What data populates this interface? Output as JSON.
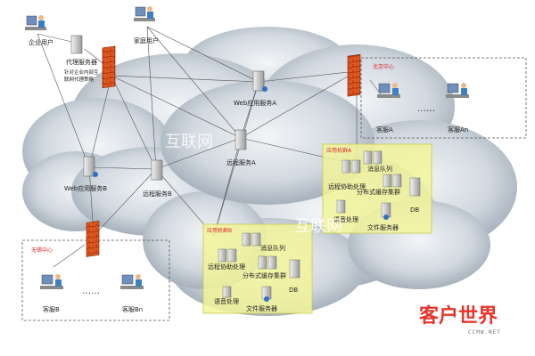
{
  "nodes": {
    "enterprise_user": "企业用户",
    "proxy_server": "代理服务器",
    "proxy_note_line1": "针对企业内部互",
    "proxy_note_line2": "联网代理策略",
    "home_user": "家庭用户",
    "web_server_a": "Web应用服务A",
    "remote_server_a": "远程服务A",
    "web_server_b": "Web应用服务B",
    "remote_server_b": "远程服务B",
    "internet_left": "互联网",
    "internet_right": "互联网"
  },
  "beijing": {
    "title": "北京中心",
    "agent_a": "客服A",
    "agent_an": "客服An",
    "dots": "……"
  },
  "wuxi": {
    "title": "无锡中心",
    "agent_b": "客服B",
    "agent_bn": "客服Bn",
    "dots": "……"
  },
  "cluster_a": {
    "title": "应用机群A",
    "msg_queue": "消息队列",
    "remote_assist": "远程协助处理",
    "dist_cache": "分布式缓存集群",
    "db": "DB",
    "voice": "语音处理",
    "file_server": "文件服务器"
  },
  "cluster_b": {
    "title": "应用机群B",
    "msg_queue": "消息队列",
    "remote_assist": "远程协助处理",
    "dist_cache": "分布式缓存集群",
    "db": "DB",
    "voice": "语音处理",
    "file_server": "文件服务器"
  },
  "watermark": {
    "brand": "客户世界",
    "url": "CCMW.NET"
  },
  "colors": {
    "cloud": "#bcc6d0",
    "cluster_fill": "#f2f59a",
    "firewall": "#e0571f",
    "brand": "#e8352b"
  }
}
